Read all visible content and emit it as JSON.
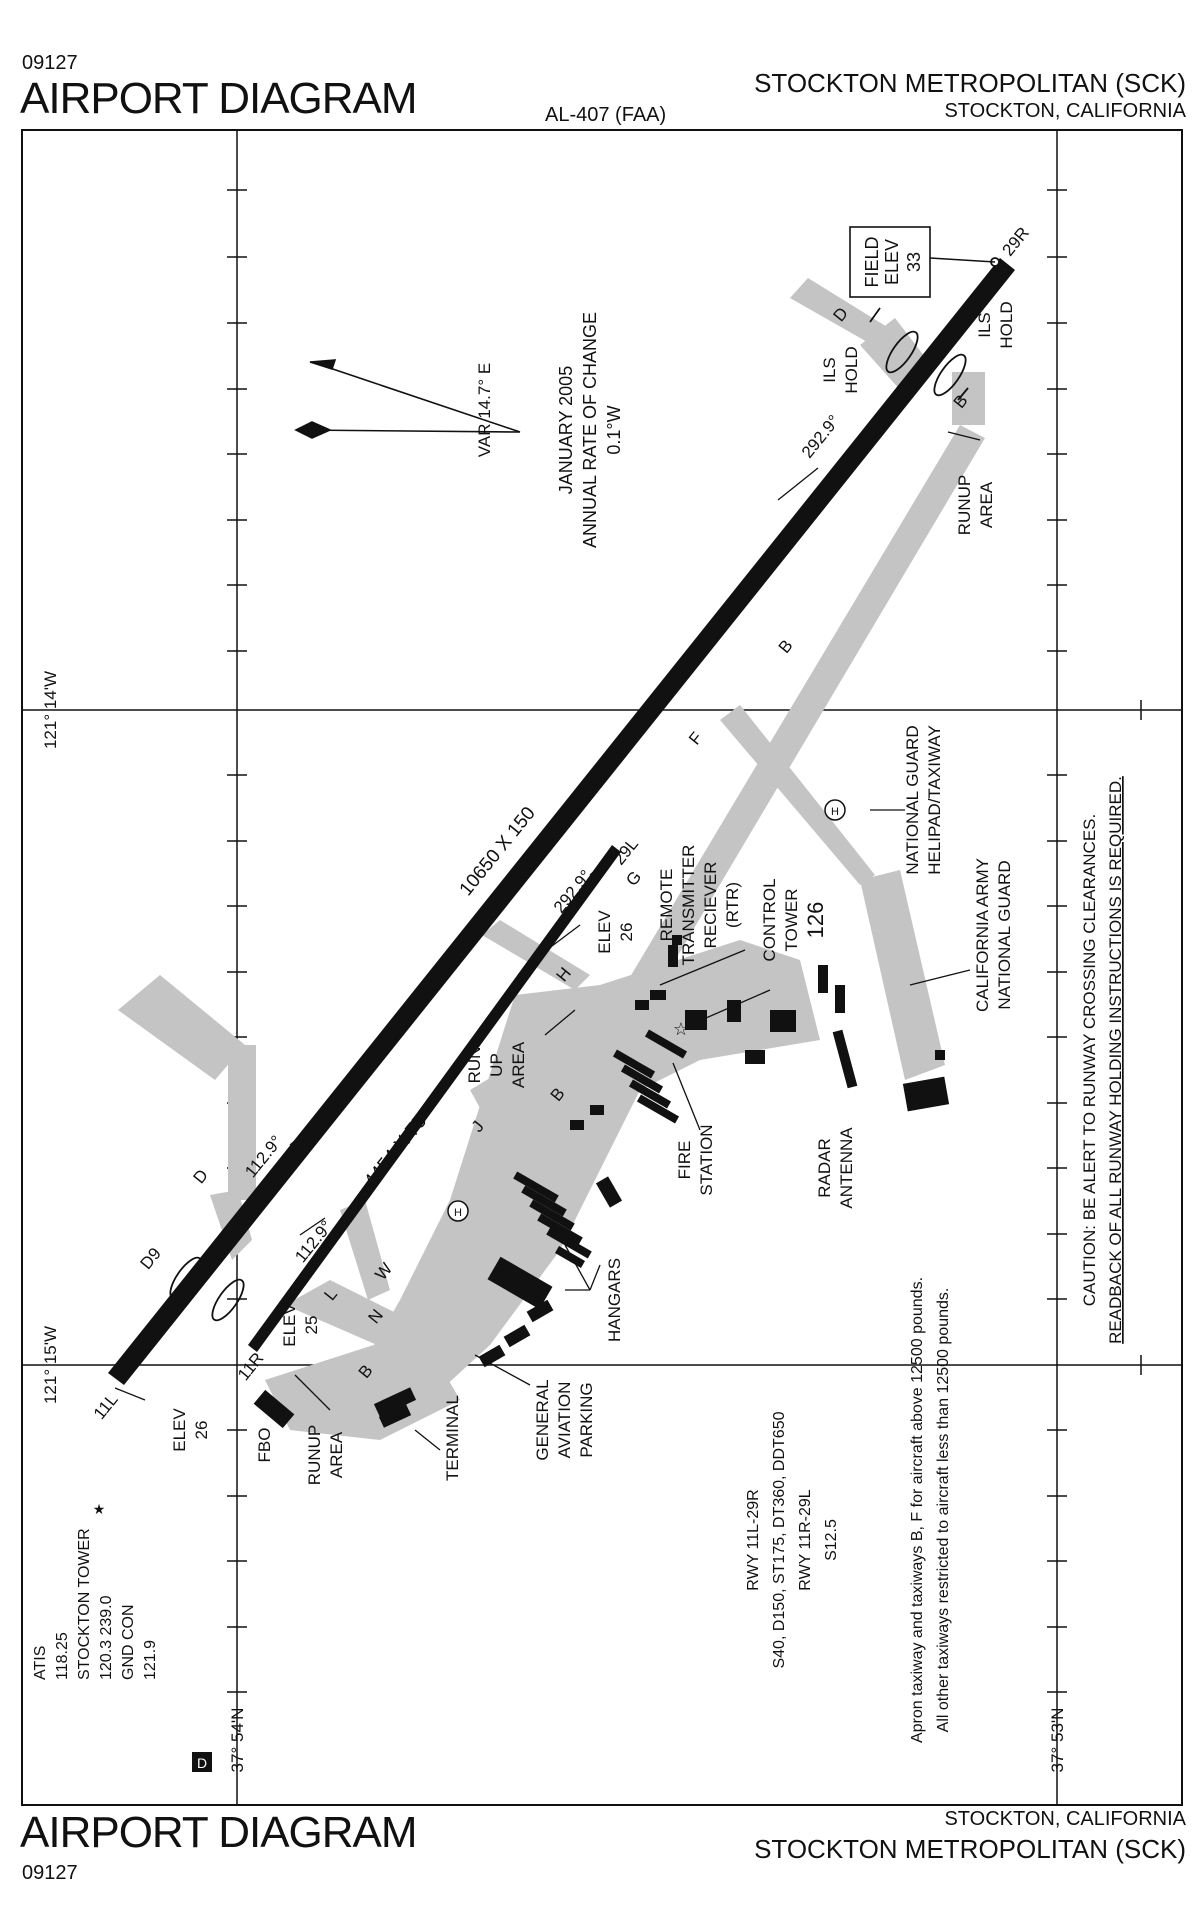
{
  "header": {
    "code": "09127",
    "title": "AIRPORT DIAGRAM",
    "chart_id": "AL-407 (FAA)",
    "airport_name": "STOCKTON METROPOLITAN (SCK)",
    "city_state": "STOCKTON, CALIFORNIA"
  },
  "footer": {
    "code": "09127",
    "title": "AIRPORT DIAGRAM",
    "city_state": "STOCKTON, CALIFORNIA",
    "airport_name": "STOCKTON METROPOLITAN (SCK)"
  },
  "coordinates": {
    "lon_upper": "121° 14'W",
    "lon_lower": "121° 15'W",
    "lat_left": "37° 54'N",
    "lat_right": "37° 53'N"
  },
  "magnetic": {
    "variation": "VAR 14.7° E",
    "date": "JANUARY 2005",
    "rate_label": "ANNUAL RATE OF CHANGE",
    "rate_value": "0.1°W"
  },
  "field_elev": {
    "label1": "FIELD",
    "label2": "ELEV",
    "value": "33"
  },
  "runways": {
    "main_dim": "10650 X 150",
    "short_dim": "4454 X 75",
    "hdg_292": "292.9°",
    "hdg_112": "112.9°",
    "end_29r": "29R",
    "end_11l": "11L",
    "end_29l": "29L",
    "end_11r": "11R"
  },
  "elevations": {
    "elev_label": "ELEV",
    "elev_11l": "26",
    "elev_29l": "26",
    "elev_11r": "25"
  },
  "taxiways": {
    "b": "B",
    "d": "D",
    "d9": "D9",
    "f": "F",
    "g": "G",
    "h": "H",
    "j": "J",
    "l": "L",
    "n": "N",
    "w": "W",
    "heli": "H"
  },
  "labels": {
    "ils_hold": [
      "ILS",
      "HOLD"
    ],
    "runup_area": [
      "RUNUP",
      "AREA"
    ],
    "run_up_area": [
      "RUN",
      "UP",
      "AREA"
    ],
    "remote_tx": [
      "REMOTE",
      "TRANSMITTER",
      "RECIEVER",
      "(RTR)"
    ],
    "control_tower": [
      "CONTROL",
      "TOWER",
      "126"
    ],
    "national_guard_heli": [
      "NATIONAL GUARD",
      "HELIPAD/TAXIWAY"
    ],
    "army_guard": [
      "CALIFORNIA  ARMY",
      "NATIONAL  GUARD"
    ],
    "fire_station": [
      "FIRE",
      "STATION"
    ],
    "radar": [
      "RADAR",
      "ANTENNA"
    ],
    "hangars": "HANGARS",
    "terminal": "TERMINAL",
    "ga_parking": [
      "GENERAL",
      "AVIATION",
      "PARKING"
    ],
    "fbo": "FBO"
  },
  "caution": [
    "CAUTION:  BE ALERT TO RUNWAY CROSSING CLEARANCES.",
    "READBACK OF ALL RUNWAY HOLDING INSTRUCTIONS IS REQUIRED."
  ],
  "apron_note": [
    "Apron taxiway and taxiways B, F for aircraft above 12500 pounds.",
    "All other taxiways restricted to aircraft less than 12500 pounds."
  ],
  "strength": [
    "RWY 11L-29R",
    "S40, D150, ST175, DT360, DDT650",
    "RWY 11R-29L",
    "S12.5"
  ],
  "comms": [
    "ATIS",
    "118.25",
    "STOCKTON TOWER",
    "120.3  239.0",
    "GND CON",
    "121.9"
  ],
  "symbols": {
    "dep_badge": "D",
    "tower_star": "★"
  }
}
